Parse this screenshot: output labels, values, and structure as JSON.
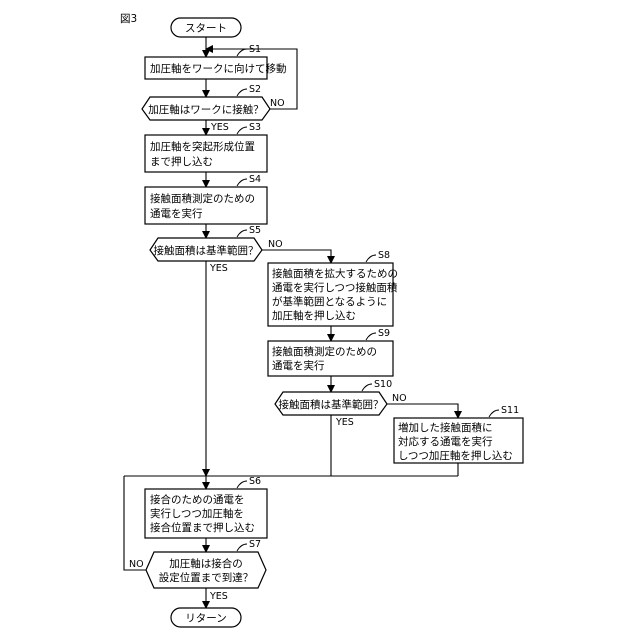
{
  "figure_label": "図3",
  "terminals": {
    "start": "スタート",
    "end": "リターン"
  },
  "steps": {
    "s1": {
      "id": "S1",
      "lines": [
        "加圧軸をワークに向けて移動"
      ]
    },
    "s2": {
      "id": "S2",
      "lines": [
        "加圧軸はワークに接触？"
      ]
    },
    "s3": {
      "id": "S3",
      "lines": [
        "加圧軸を突起形成位置",
        "まで押し込む"
      ]
    },
    "s4": {
      "id": "S4",
      "lines": [
        "接触面積測定のための",
        "通電を実行"
      ]
    },
    "s5": {
      "id": "S5",
      "lines": [
        "接触面積は基準範囲？"
      ]
    },
    "s6": {
      "id": "S6",
      "lines": [
        "接合のための通電を",
        "実行しつつ加圧軸を",
        "接合位置まで押し込む"
      ]
    },
    "s7": {
      "id": "S7",
      "lines": [
        "加圧軸は接合の",
        "設定位置まで到達？"
      ]
    },
    "s8": {
      "id": "S8",
      "lines": [
        "接触面積を拡大するための",
        "通電を実行しつつ接触面積",
        "が基準範囲となるように",
        "加圧軸を押し込む"
      ]
    },
    "s9": {
      "id": "S9",
      "lines": [
        "接触面積測定のための",
        "通電を実行"
      ]
    },
    "s10": {
      "id": "S10",
      "lines": [
        "接触面積は基準範囲？"
      ]
    },
    "s11": {
      "id": "S11",
      "lines": [
        "増加した接触面積に",
        "対応する通電を実行",
        "しつつ加圧軸を押し込む"
      ]
    }
  },
  "branch_labels": {
    "s2_no": "NO",
    "s2_yes": "YES",
    "s5_no": "NO",
    "s5_yes": "YES",
    "s10_no": "NO",
    "s10_yes": "YES",
    "s7_no": "NO",
    "s7_yes": "YES"
  }
}
